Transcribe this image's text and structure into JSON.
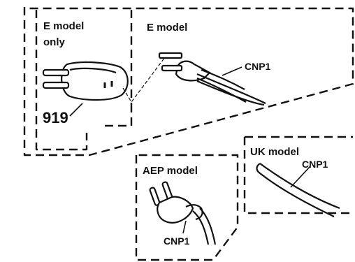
{
  "diagram": {
    "labels": {
      "e_model_only_line1": "E model",
      "e_model_only_line2": "only",
      "part_number": "919",
      "e_model": "E model",
      "cnp1_e": "CNP1",
      "uk_model": "UK model",
      "cnp1_uk": "CNP1",
      "aep_model": "AEP model",
      "cnp1_aep": "CNP1"
    },
    "colors": {
      "ink": "#111111",
      "background": "#ffffff"
    }
  }
}
